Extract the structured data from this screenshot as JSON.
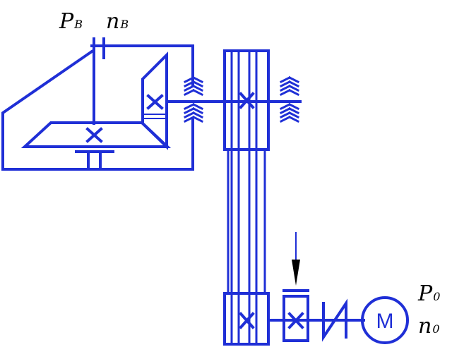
{
  "labels": {
    "output_power": {
      "main": "P",
      "sub": "B"
    },
    "output_speed": {
      "main": "n",
      "sub": "B"
    },
    "input_power": {
      "main": "P",
      "sub": "0"
    },
    "input_speed": {
      "main": "n",
      "sub": "0"
    }
  },
  "motor_label": "M",
  "colors": {
    "stroke": "#1f2fd6",
    "text": "#000000",
    "background": "#ffffff"
  }
}
